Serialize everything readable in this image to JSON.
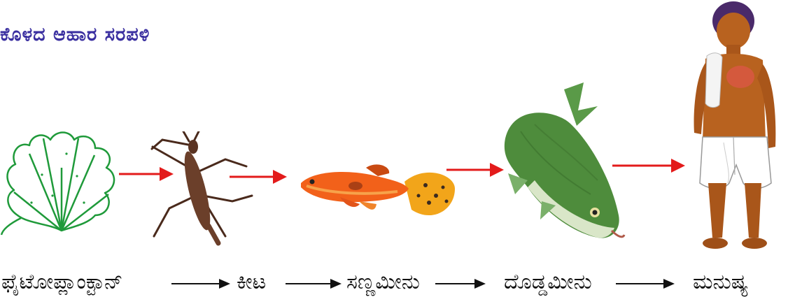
{
  "title": "ಕೊಳದ ಆಹಾರ ಸರಪಳಿ",
  "chain": [
    {
      "label": "ಫೈಟೋಪ್ಲಾಂಕ್ಟಾನ್",
      "icon": "phytoplankton-icon"
    },
    {
      "label": "ಕೀಟ",
      "icon": "insect-icon"
    },
    {
      "label": "ಸಣ್ಣಮೀನು",
      "icon": "small-fish-icon"
    },
    {
      "label": "ದೊಡ್ಡಮೀನು",
      "icon": "big-fish-icon"
    },
    {
      "label": "ಮನುಷ್ಯ",
      "icon": "human-icon"
    }
  ],
  "colors": {
    "title": "#3a2fa0",
    "flow_arrow": "#e31b1b",
    "plankton": "#1f9a3a",
    "insect": "#6b3f2a",
    "small_fish": "#f2611a",
    "big_fish": "#4e8c3c",
    "skin": "#b8621f"
  }
}
